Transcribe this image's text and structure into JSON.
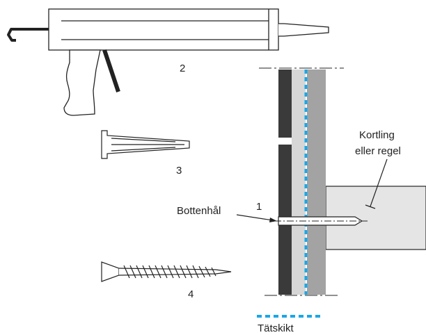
{
  "labels": {
    "gun": "2",
    "plug": "3",
    "screw": "4",
    "drill": "1",
    "hole": "Bottenhål",
    "beam_line1": "Kortling",
    "beam_line2": "eller regel",
    "membrane": "Tätskikt"
  },
  "colors": {
    "stroke": "#222222",
    "board_dark": "#3a3a3a",
    "board_light": "#d6d6d6",
    "board_mid": "#a3a3a3",
    "beam": "#e5e5e5",
    "membrane": "#1ba6e6"
  }
}
